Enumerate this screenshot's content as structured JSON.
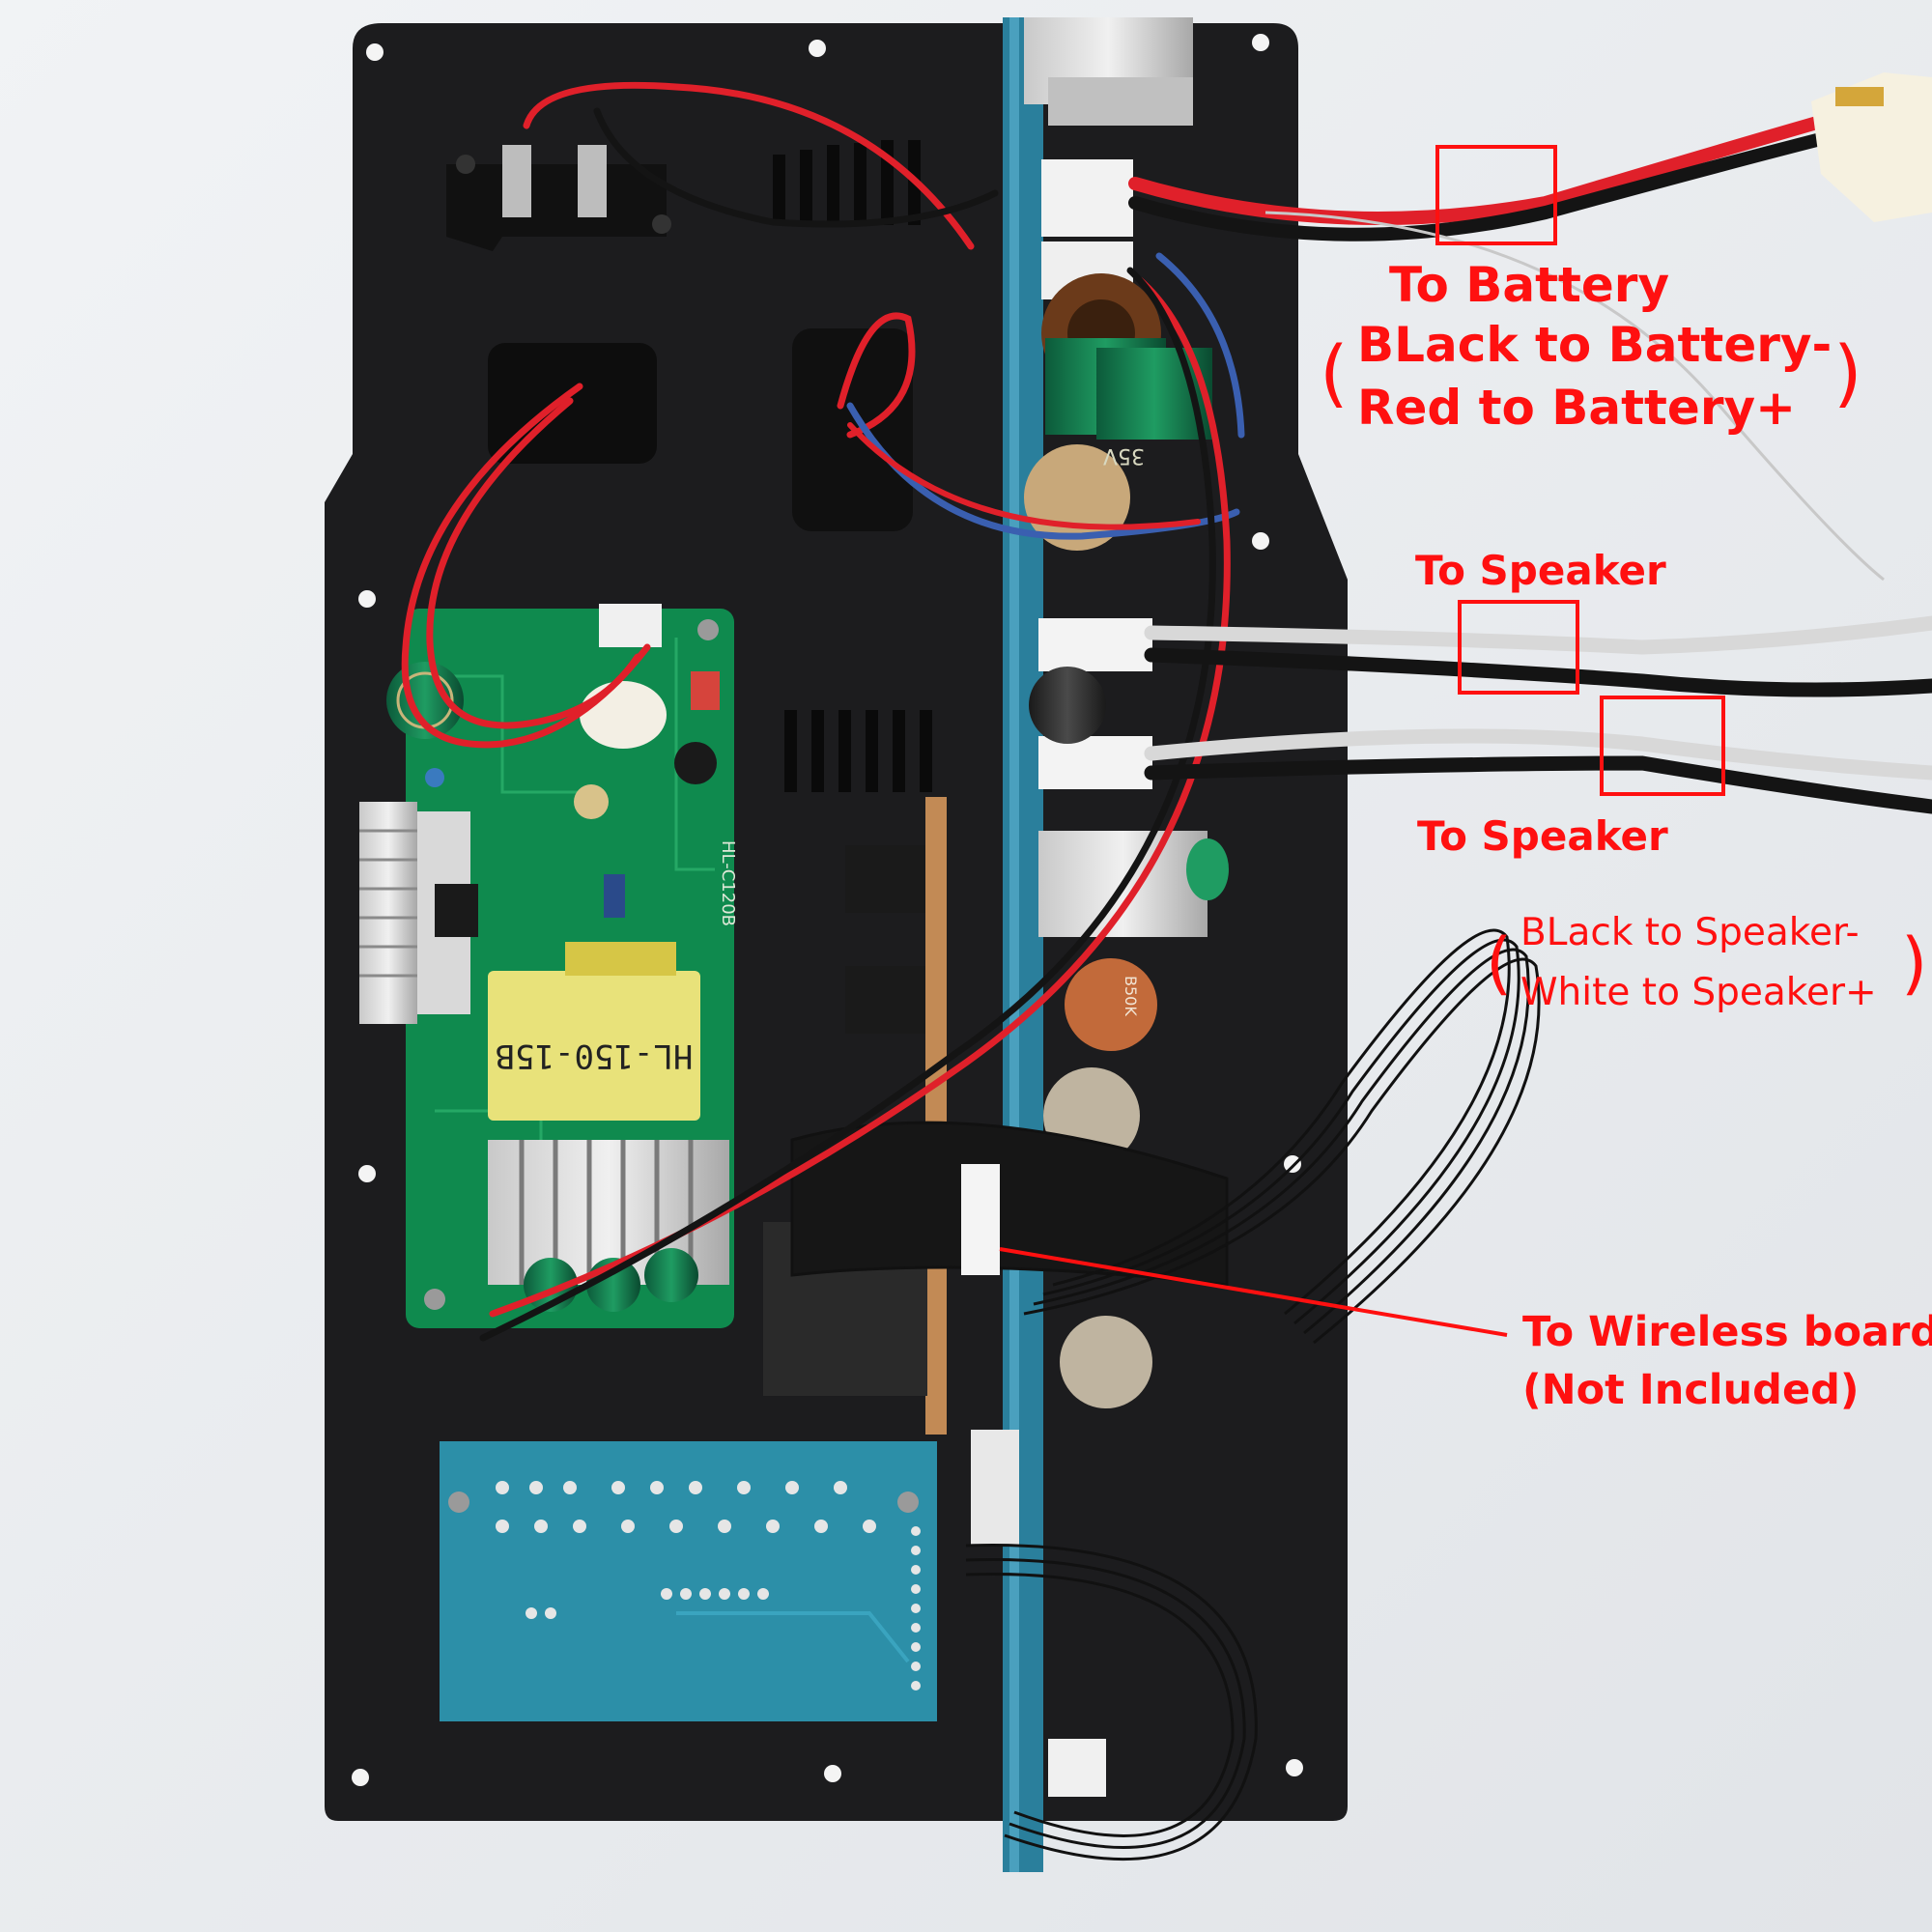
{
  "labels": {
    "battery_title": "To  Battery",
    "battery_line1": "BLack to Battery-",
    "battery_line2": "Red to Battery+",
    "speaker_top": "To Speaker",
    "speaker_bottom": "To Speaker",
    "speaker_line1": "BLack to Speaker-",
    "speaker_line2": "White to Speaker+",
    "wireless_line1": "To Wireless board",
    "wireless_line2": "(Not Included)",
    "paren_open": "(",
    "paren_close": ")"
  },
  "board_print": {
    "transformer": "HL-150-15B",
    "psu_model": "HL-C120B",
    "pot_value": "B50K",
    "cap_rating": "35V"
  },
  "colors": {
    "annotation": "#ff1010",
    "background": "#eceff1",
    "plate": "#1c1c1e",
    "psu_pcb": "#0f8a4e",
    "blue_pcb": "#2a7f9c",
    "transformer": "#e8e27a",
    "wire_red": "#e0202a",
    "wire_black": "#141414",
    "wire_white": "#d8d8d8",
    "wire_blue": "#3a5fb0"
  }
}
